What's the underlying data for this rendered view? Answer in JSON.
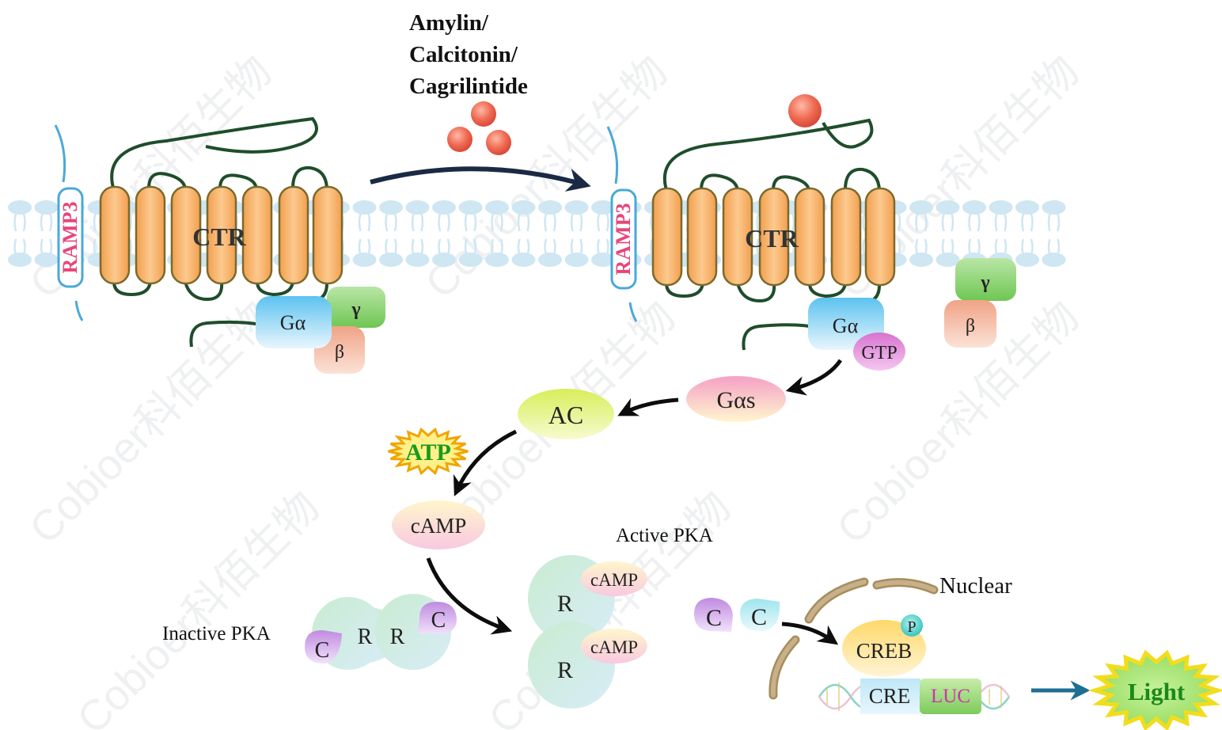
{
  "ligand_label_lines": [
    "Amylin/",
    "Calcitonin/",
    "Cagrilintide"
  ],
  "receptor": {
    "name": "CTR",
    "coreceptor": "RAMP3"
  },
  "g_protein": {
    "alpha": "Gα",
    "beta": "β",
    "gamma": "γ",
    "gtp": "GTP",
    "alpha_s": "Gαs"
  },
  "enzyme": "AC",
  "substrate": "ATP",
  "second_messenger": "cAMP",
  "pka": {
    "inactive_label": "Inactive PKA",
    "active_label": "Active PKA",
    "regulatory": "R",
    "catalytic": "C"
  },
  "nucleus": {
    "label": "Nuclear",
    "phospho": "P",
    "factor": "CREB",
    "element": "CRE",
    "reporter": "LUC"
  },
  "output": "Light",
  "watermark": "Cobioer科佰生物",
  "colors": {
    "helix": "#f5b26b",
    "helix_stroke": "#7b6a2c",
    "loop": "#1f4d2b",
    "membrane": "#cfe6f3",
    "ramp": "#4aa9d8",
    "ramp_text": "#e8457a",
    "ligand": "#ec5f48",
    "arrow": "#0d0d0d",
    "main_arrow": "#1b2a44",
    "light_arrow": "#1f6e93",
    "atp_text": "#1a9a1a",
    "luc_text": "#cc33aa"
  }
}
